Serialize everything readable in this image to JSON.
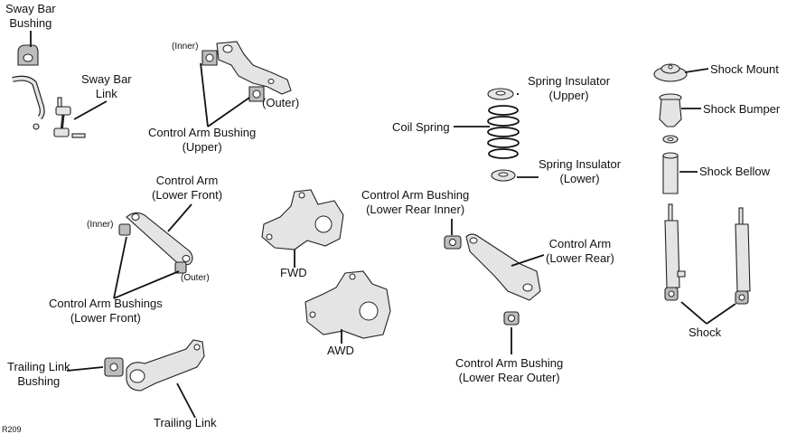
{
  "labels": {
    "sway_bar_bushing": [
      "Sway Bar",
      "Bushing"
    ],
    "sway_bar_link": [
      "Sway Bar",
      "Link"
    ],
    "inner_upper": "(Inner)",
    "outer_upper": "(Outer)",
    "control_arm_bushing_upper": [
      "Control Arm Bushing",
      "(Upper)"
    ],
    "control_arm_lower_front": [
      "Control Arm",
      "(Lower Front)"
    ],
    "inner_lower_front": "(Inner)",
    "outer_lower_front": "(Outer)",
    "control_arm_bushings_lower_front": [
      "Control Arm Bushings",
      "(Lower Front)"
    ],
    "fwd": "FWD",
    "awd": "AWD",
    "trailing_link_bushing": [
      "Trailing Link",
      "Bushing"
    ],
    "trailing_link": "Trailing Link",
    "spring_insulator_upper": [
      "Spring Insulator",
      "(Upper)"
    ],
    "coil_spring": "Coil Spring",
    "spring_insulator_lower": [
      "Spring Insulator",
      "(Lower)"
    ],
    "control_arm_bushing_lower_rear_inner": [
      "Control Arm Bushing",
      "(Lower Rear Inner)"
    ],
    "control_arm_lower_rear": [
      "Control Arm",
      "(Lower Rear)"
    ],
    "control_arm_bushing_lower_rear_outer": [
      "Control Arm Bushing",
      "(Lower Rear Outer)"
    ],
    "shock_mount": "Shock Mount",
    "shock_bumper": "Shock Bumper",
    "shock_bellow": "Shock Bellow",
    "shock": "Shock",
    "ref_code": "R209"
  }
}
